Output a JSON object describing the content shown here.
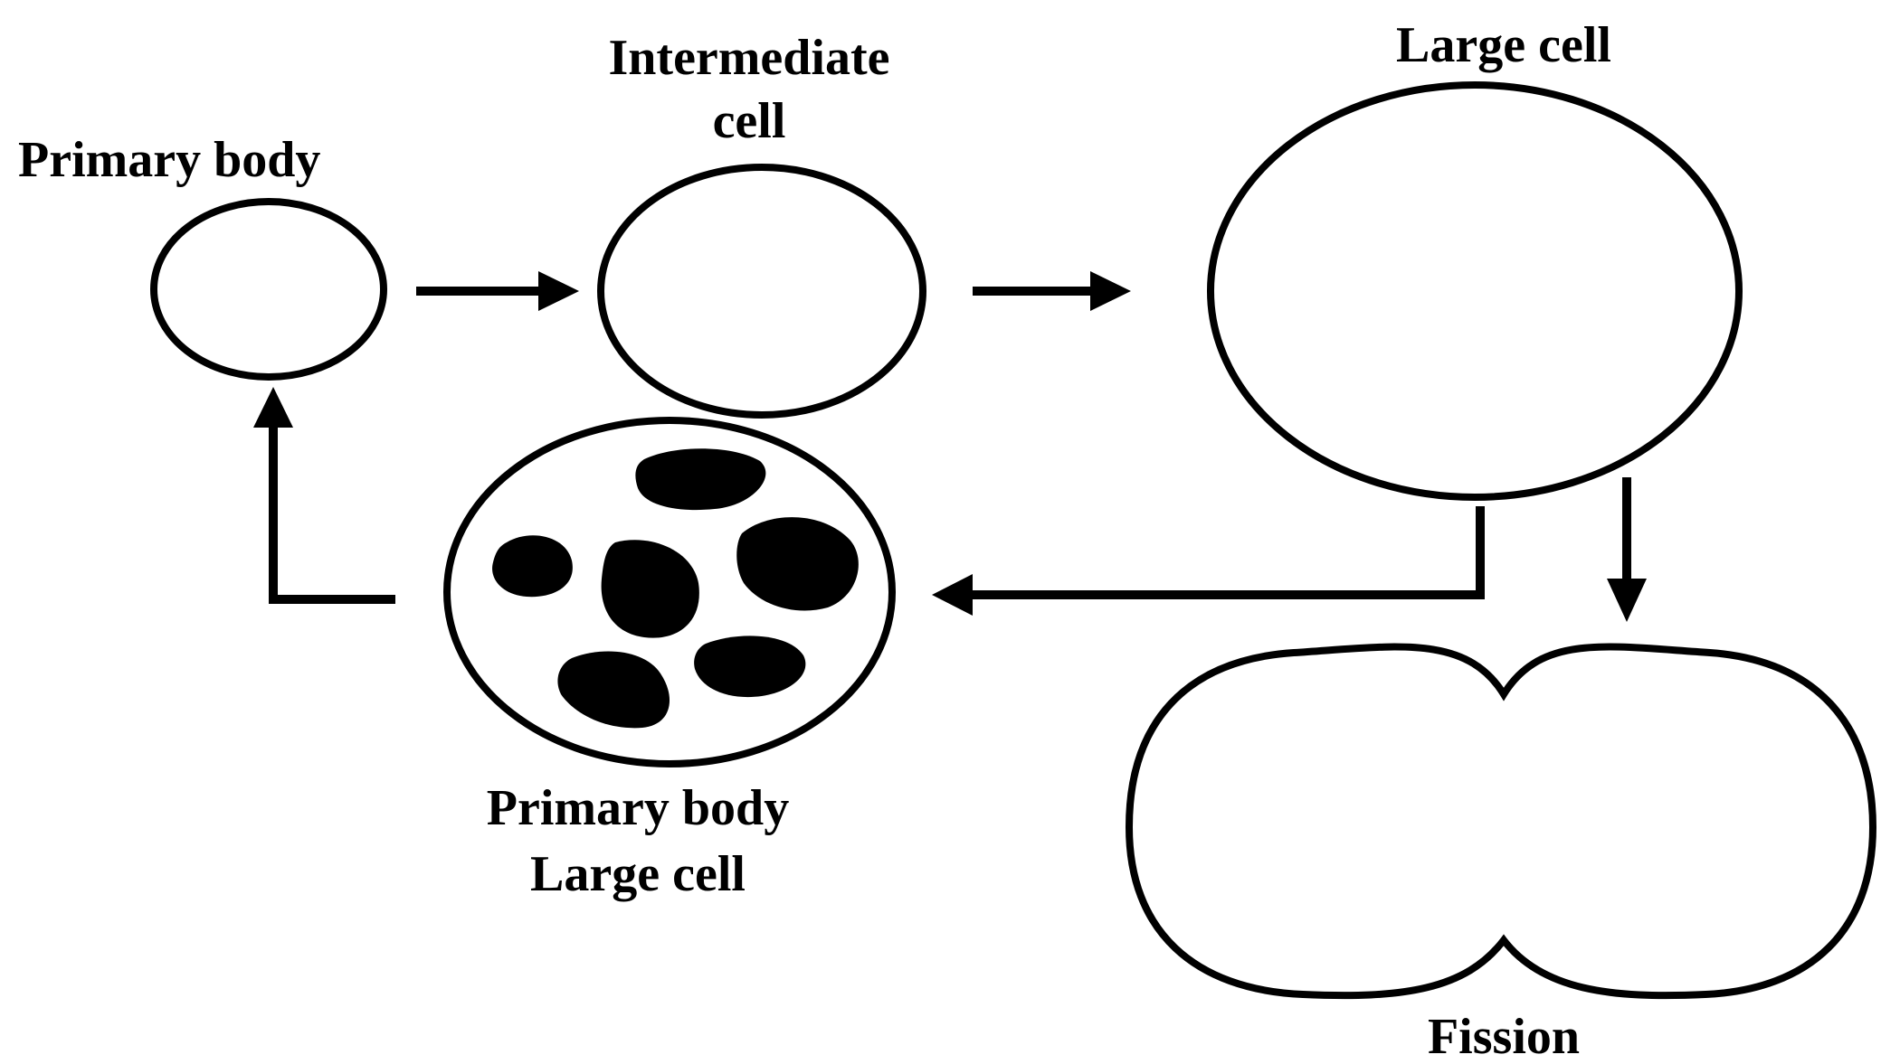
{
  "labels": {
    "primary_body_top": "Primary body",
    "intermediate_line1": "Intermediate",
    "intermediate_line2": "cell",
    "large_cell_top": "Large cell",
    "primary_body_bottom_line1": "Primary body",
    "primary_body_bottom_line2": "Large cell",
    "fission": "Fission"
  },
  "colors": {
    "stroke": "#000000",
    "background": "#ffffff"
  }
}
